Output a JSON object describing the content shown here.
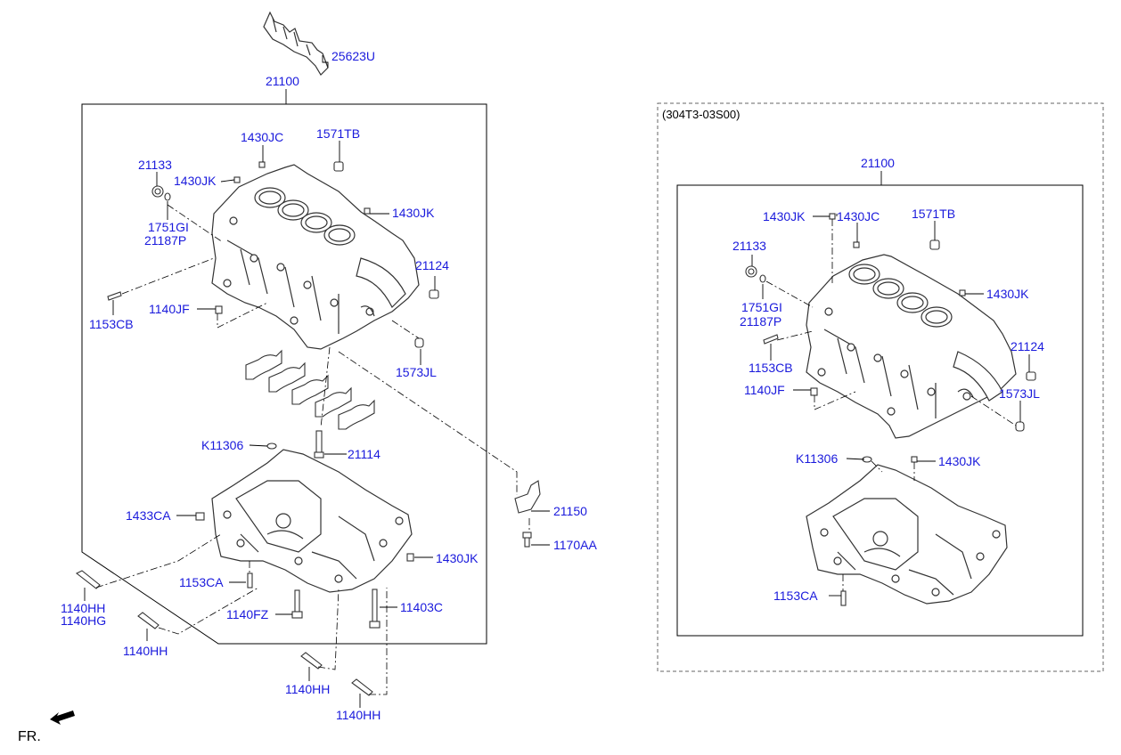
{
  "colors": {
    "label": "#1a1adc",
    "line": "#000000",
    "frame": "#000000",
    "art": "#333333"
  },
  "variant_label": "(304T3-03S00)",
  "fr_label": "FR.",
  "left_labels": [
    {
      "id": "25623U",
      "text": "25623U"
    },
    {
      "id": "21100",
      "text": "21100"
    },
    {
      "id": "1430JC",
      "text": "1430JC"
    },
    {
      "id": "1571TB",
      "text": "1571TB"
    },
    {
      "id": "21133",
      "text": "21133"
    },
    {
      "id": "1430JK_a",
      "text": "1430JK"
    },
    {
      "id": "1430JK_b",
      "text": "1430JK"
    },
    {
      "id": "1751GI",
      "text": "1751GI"
    },
    {
      "id": "21187P",
      "text": "21187P"
    },
    {
      "id": "21124",
      "text": "21124"
    },
    {
      "id": "1140JF",
      "text": "1140JF"
    },
    {
      "id": "1153CB",
      "text": "1153CB"
    },
    {
      "id": "1573JL",
      "text": "1573JL"
    },
    {
      "id": "K11306",
      "text": "K11306"
    },
    {
      "id": "21114",
      "text": "21114"
    },
    {
      "id": "1433CA",
      "text": "1433CA"
    },
    {
      "id": "21150",
      "text": "21150"
    },
    {
      "id": "1170AA",
      "text": "1170AA"
    },
    {
      "id": "1430JK_c",
      "text": "1430JK"
    },
    {
      "id": "1153CA",
      "text": "1153CA"
    },
    {
      "id": "1140HH_a",
      "text": "1140HH"
    },
    {
      "id": "1140HG",
      "text": "1140HG"
    },
    {
      "id": "1140FZ",
      "text": "1140FZ"
    },
    {
      "id": "11403C",
      "text": "11403C"
    },
    {
      "id": "1140HH_b",
      "text": "1140HH"
    },
    {
      "id": "1140HH_c",
      "text": "1140HH"
    },
    {
      "id": "1140HH_d",
      "text": "1140HH"
    }
  ],
  "right_labels": [
    {
      "id": "21100",
      "text": "21100"
    },
    {
      "id": "1430JK_a",
      "text": "1430JK"
    },
    {
      "id": "1430JC",
      "text": "1430JC"
    },
    {
      "id": "1571TB",
      "text": "1571TB"
    },
    {
      "id": "21133",
      "text": "21133"
    },
    {
      "id": "1430JK_b",
      "text": "1430JK"
    },
    {
      "id": "1751GI",
      "text": "1751GI"
    },
    {
      "id": "21187P",
      "text": "21187P"
    },
    {
      "id": "21124",
      "text": "21124"
    },
    {
      "id": "1153CB",
      "text": "1153CB"
    },
    {
      "id": "1140JF",
      "text": "1140JF"
    },
    {
      "id": "1573JL",
      "text": "1573JL"
    },
    {
      "id": "K11306",
      "text": "K11306"
    },
    {
      "id": "1430JK_c",
      "text": "1430JK"
    },
    {
      "id": "1153CA",
      "text": "1153CA"
    }
  ]
}
